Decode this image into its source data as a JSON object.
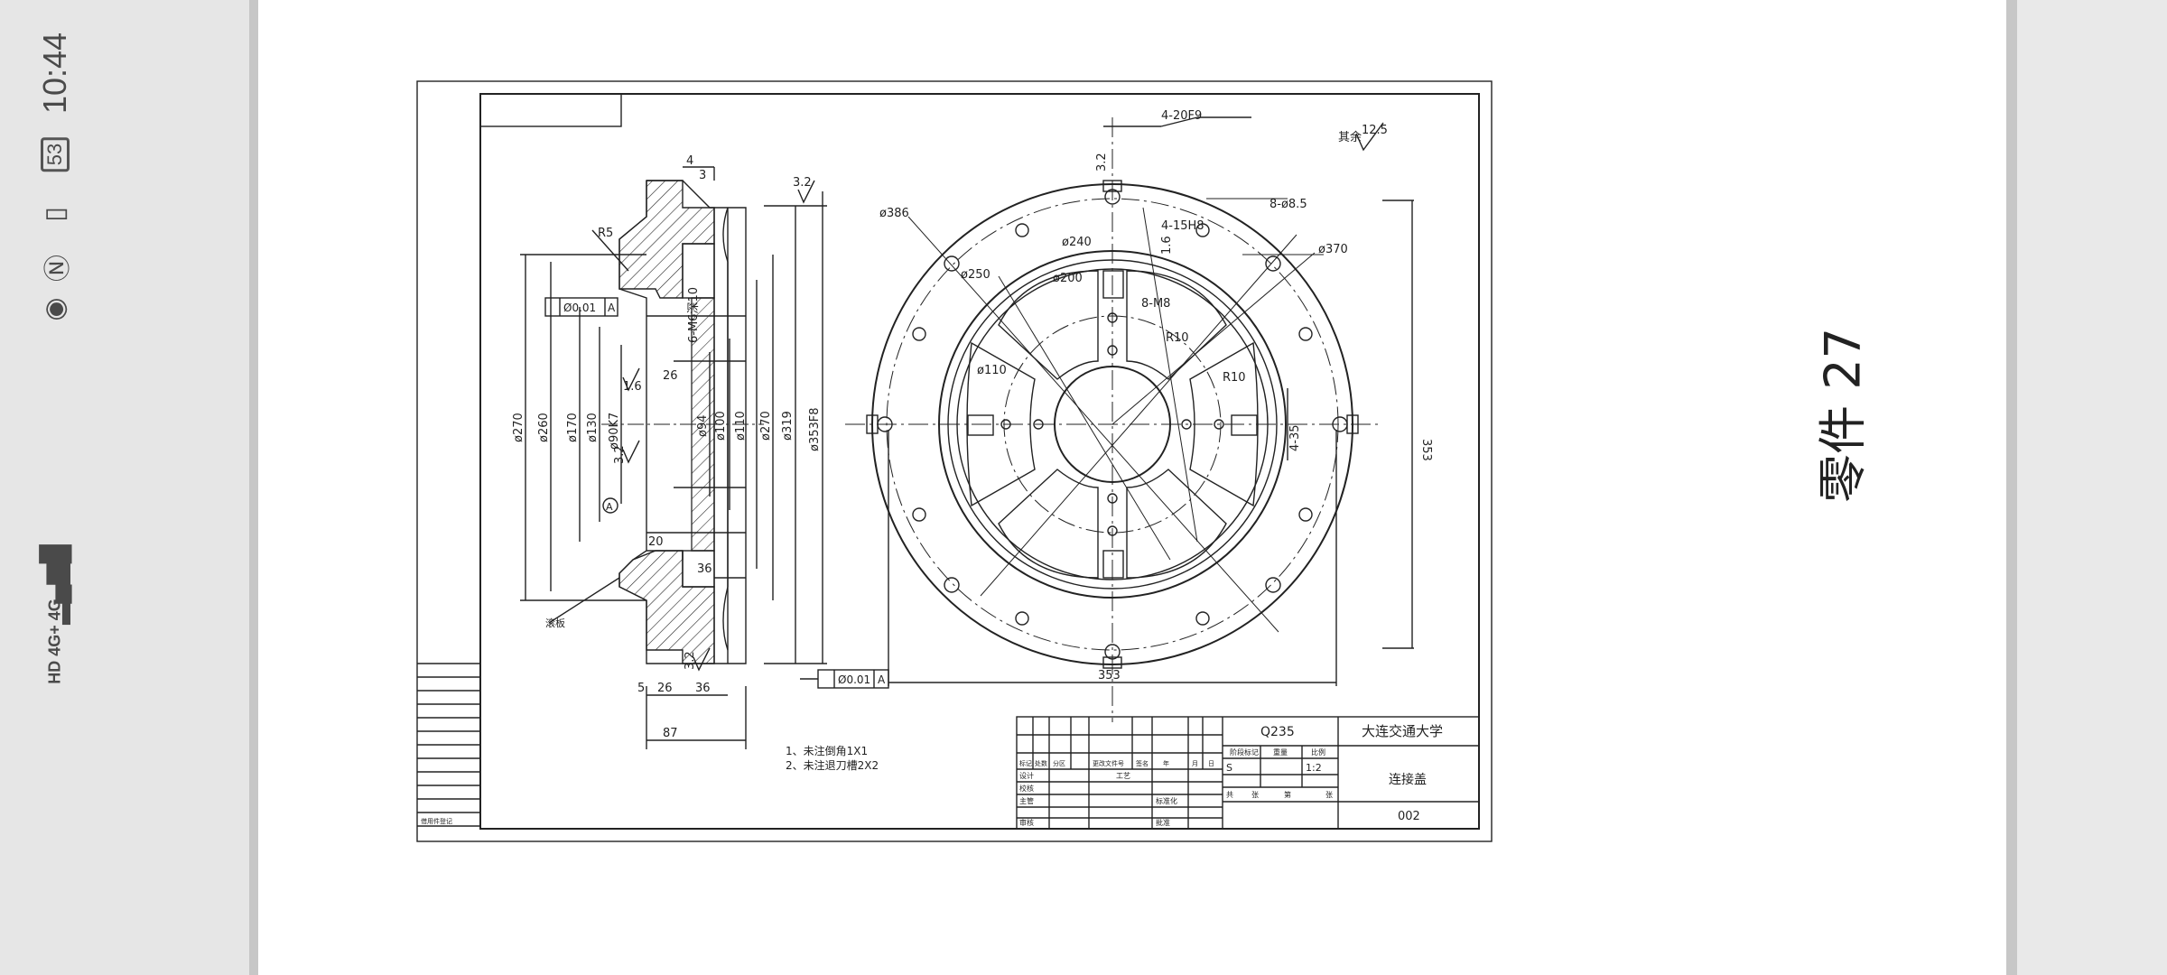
{
  "status_bar": {
    "time": "10:44",
    "battery": "53",
    "network_label": "HD 4G+ 4G",
    "icons": [
      "eye-comfort-icon",
      "nfc-icon",
      "vibrate-icon",
      "battery-icon",
      "signal-icon"
    ]
  },
  "page_caption": "零件 27",
  "drawing": {
    "roughness_other": "其余",
    "roughness_other_value": "12.5",
    "roughness_labels": [
      "3.2",
      "3.2",
      "1.6",
      "1.6",
      "3.2",
      "3.2"
    ],
    "section_dims": [
      "ø270",
      "ø260",
      "ø170",
      "ø130",
      "ø90K7",
      "ø94",
      "ø100",
      "ø110",
      "ø270",
      "ø319",
      "ø353F8"
    ],
    "section_small_dims": [
      "4",
      "3",
      "26",
      "20",
      "36",
      "5",
      "26",
      "36",
      "87"
    ],
    "section_notes": [
      "R5",
      "6-M6深10",
      "滚板"
    ],
    "tolerance_left": "Ø0.01",
    "tolerance_left_datum": "A",
    "tolerance_bottom": "Ø0.01",
    "tolerance_bottom_datum": "A",
    "datum_label": "A",
    "plan_dims": [
      "ø386",
      "ø250",
      "ø240",
      "ø200",
      "ø110",
      "ø370",
      "4-20F9",
      "4-15H8",
      "8-ø8.5",
      "8-M8",
      "R10",
      "R10",
      "4-35",
      "353",
      "353"
    ],
    "notes": [
      "1、未注倒角1X1",
      "2、未注退刀槽2X2"
    ],
    "title_block": {
      "material": "Q235",
      "university": "大连交通大学",
      "part_name": "连接盖",
      "drawing_no": "002",
      "scale": "1:2",
      "stage_mark": "S",
      "headers": [
        "阶段标记",
        "重量",
        "比例"
      ],
      "sheets": [
        "共",
        "张",
        "第",
        "张"
      ],
      "revision_header": [
        "标记",
        "处数",
        "分区",
        "更改文件号",
        "签名",
        "年",
        "月",
        "日"
      ],
      "signatures": [
        "设计",
        "校核",
        "主管",
        "审核"
      ],
      "signatures2": [
        "工艺",
        "标准化",
        "批准"
      ],
      "side_label": "借用件登记"
    }
  }
}
